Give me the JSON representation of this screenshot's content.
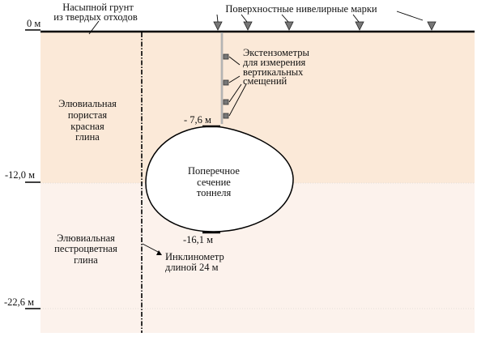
{
  "top_labels": {
    "fill_soil": [
      "Насыпной грунт",
      "из твердых отходов"
    ],
    "survey_marks": "Поверхностные нивелирные марки"
  },
  "depth_marks": {
    "surface": "0 м",
    "layer_boundary": "-12,0 м",
    "bottom": "-22,6 м"
  },
  "layers": {
    "upper": [
      "Элювиальная",
      "пористая",
      "красная",
      "глина"
    ],
    "lower": [
      "Элювиальная",
      "пестроцветная",
      "глина"
    ]
  },
  "extensometers": [
    "Экстензометры",
    "для измерения",
    "вертикальных",
    "смещений"
  ],
  "tunnel": {
    "label": [
      "Поперечное",
      "сечение",
      "тоннеля"
    ],
    "crown_depth": "- 7,6 м",
    "invert_depth": "-16,1 м"
  },
  "inclinometer": [
    "Инклинометр",
    "длиной 24 м"
  ],
  "colors": {
    "upper_layer": "#fbe9d8",
    "lower_layer": "#fcf2ec",
    "marker_fill": "#777777",
    "line": "#000000"
  }
}
